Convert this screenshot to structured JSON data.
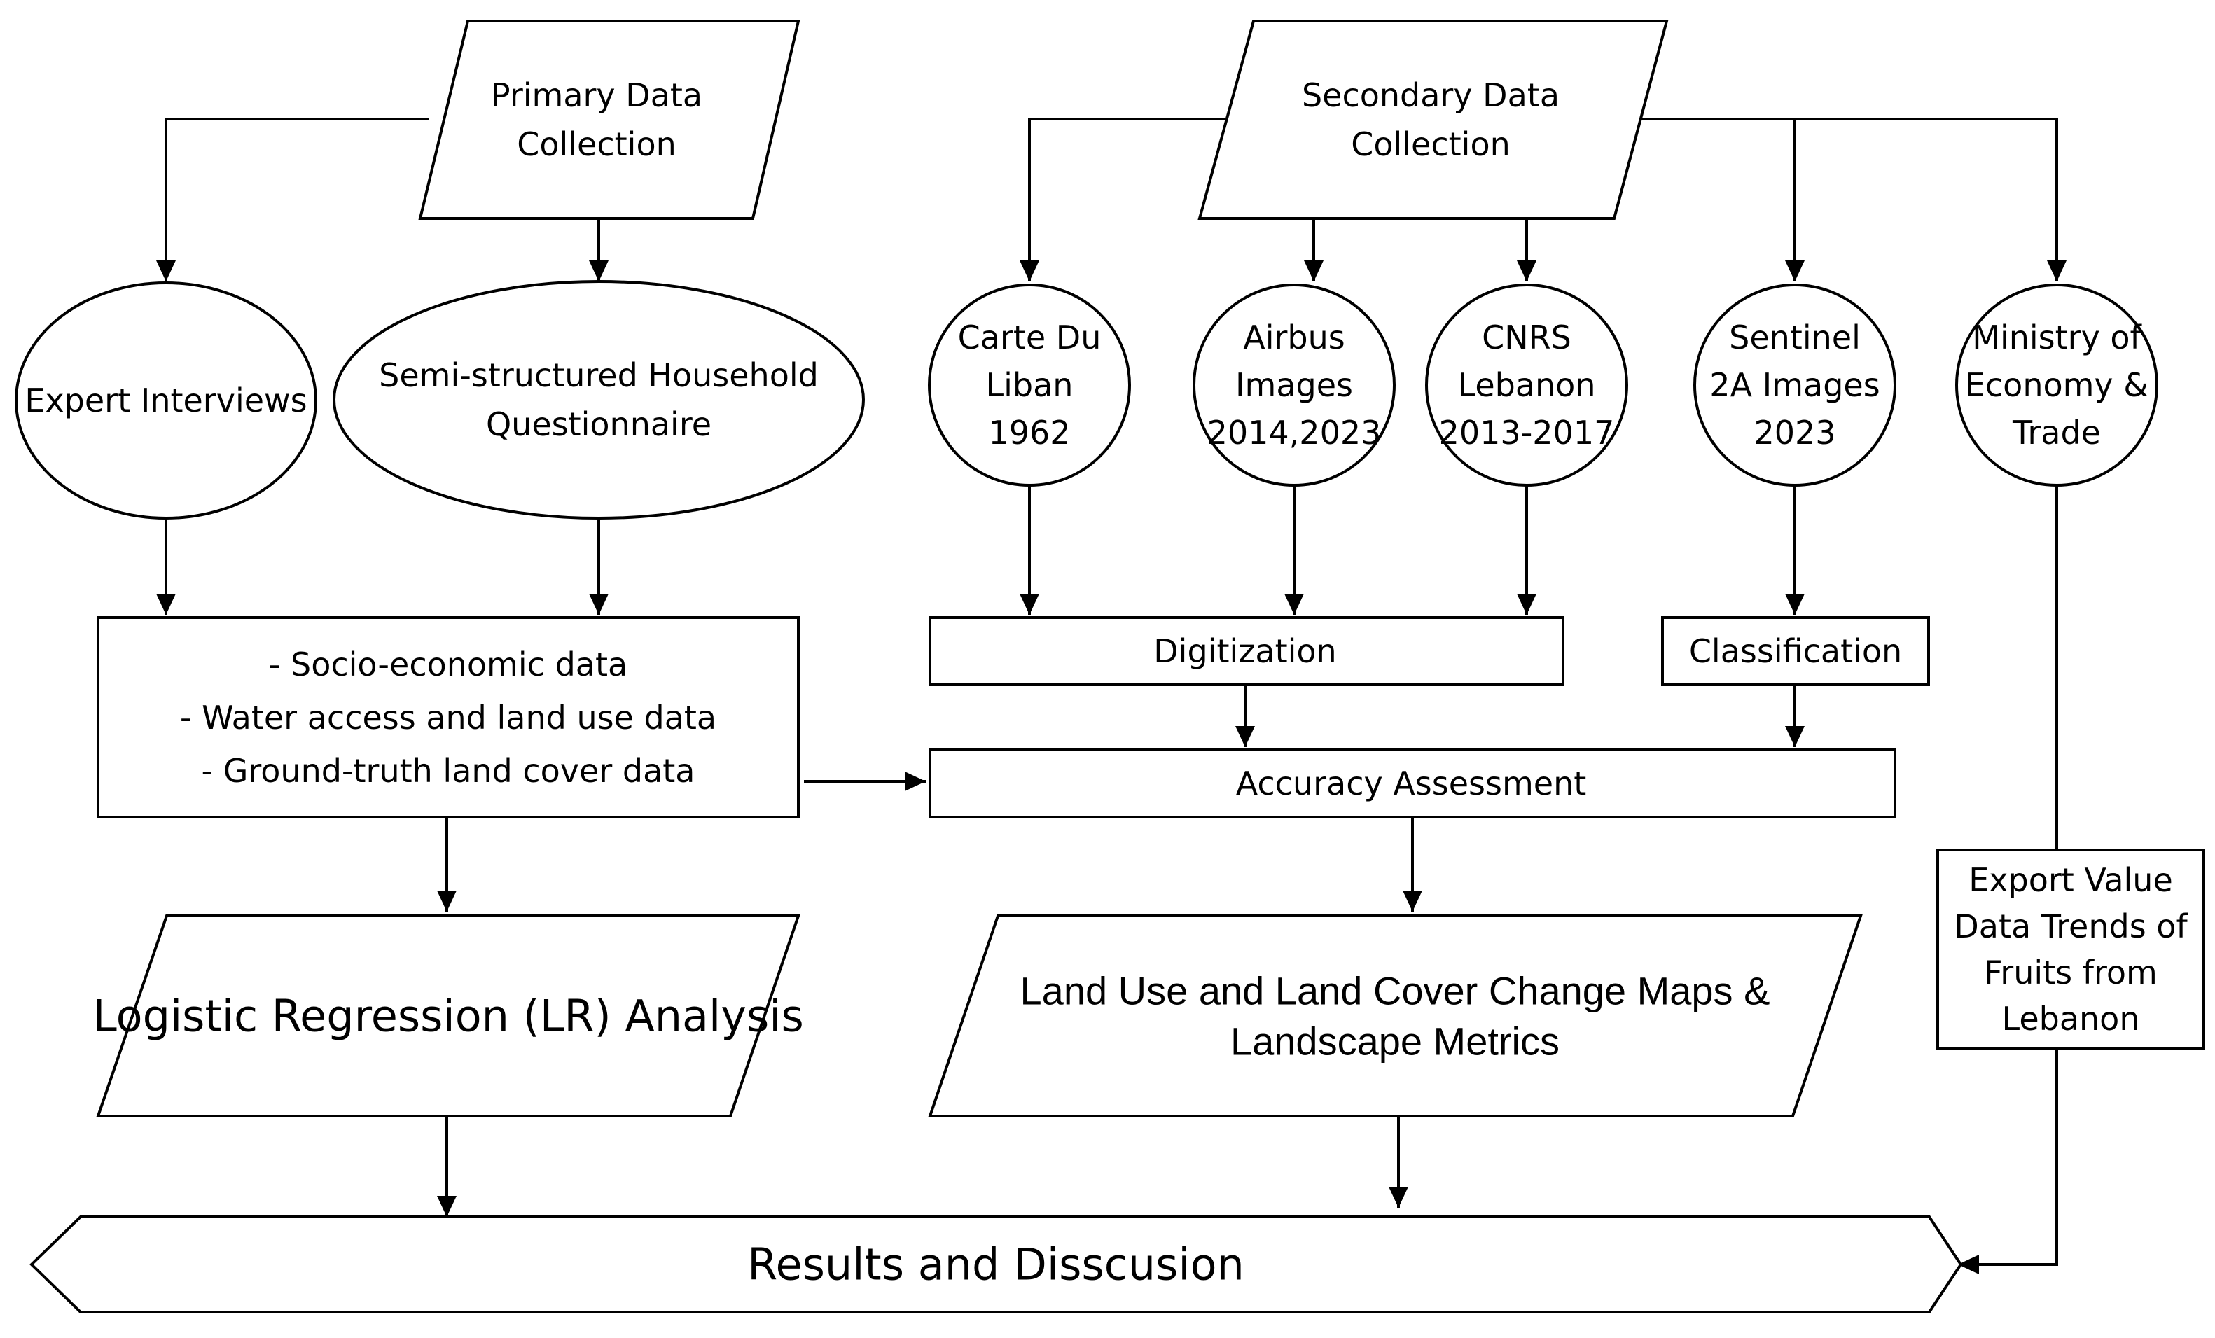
{
  "nodes": {
    "primary_data_collection": {
      "lines": [
        "Primary Data",
        "Collection"
      ]
    },
    "secondary_data_collection": {
      "lines": [
        "Secondary Data",
        "Collection"
      ]
    },
    "expert_interviews": {
      "lines": [
        "Expert Interviews"
      ]
    },
    "household_questionnaire": {
      "lines": [
        "Semi-structured Household",
        "Questionnaire"
      ]
    },
    "carte_du_liban": {
      "lines": [
        "Carte Du",
        "Liban",
        "1962"
      ]
    },
    "airbus_images": {
      "lines": [
        "Airbus",
        "Images",
        "2014,2023"
      ]
    },
    "cnrs_lebanon": {
      "lines": [
        "CNRS",
        "Lebanon",
        "2013-2017"
      ]
    },
    "sentinel_images": {
      "lines": [
        "Sentinel",
        "2A Images",
        "2023"
      ]
    },
    "ministry_economy": {
      "lines": [
        "Ministry of",
        "Economy &",
        "Trade"
      ]
    },
    "primary_outputs": {
      "lines": [
        "- Socio-economic data",
        "- Water access and land use data",
        "- Ground-truth land cover data"
      ]
    },
    "digitization": {
      "lines": [
        "Digitization"
      ]
    },
    "classification": {
      "lines": [
        "Classification"
      ]
    },
    "accuracy_assessment": {
      "lines": [
        "Accuracy Assessment"
      ]
    },
    "export_value": {
      "lines": [
        "Export Value",
        "Data Trends of",
        "Fruits from",
        "Lebanon"
      ]
    },
    "logistic_regression": {
      "lines": [
        "Logistic Regression (LR) Analysis"
      ]
    },
    "lulc_maps": {
      "lines": [
        "Land Use and Land Cover Change Maps &",
        "Landscape Metrics"
      ]
    },
    "results": {
      "lines": [
        "Results and Disscusion"
      ]
    }
  }
}
